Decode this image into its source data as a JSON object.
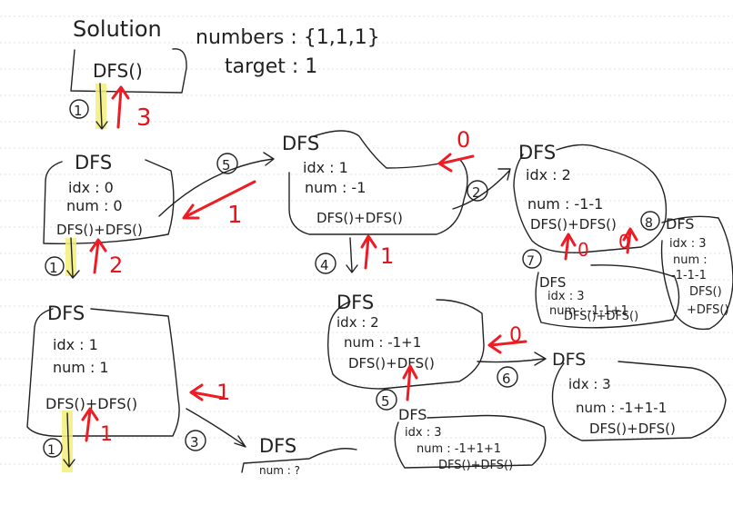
{
  "header": {
    "title": "Solution",
    "root_call": "DFS()",
    "numbers": "numbers : {1,1,1}",
    "target": "target : 1"
  },
  "nodes": {
    "a": {
      "title": "DFS",
      "lines": [
        "idx : 0",
        "num : 0",
        "DFS()+DFS()"
      ]
    },
    "b": {
      "title": "DFS",
      "lines": [
        "idx : 1",
        "num : -1",
        "DFS()+DFS()"
      ]
    },
    "c": {
      "title": "DFS",
      "lines": [
        "idx : 2",
        "num : -1-1",
        "DFS()+DFS()"
      ]
    },
    "d": {
      "title": "DFS",
      "lines": [
        "idx : 3",
        "num :",
        "-1-1-1",
        "DFS()",
        "+DFS()"
      ]
    },
    "e": {
      "title": "DFS",
      "lines": [
        "idx : 3",
        "num : -1-1+1",
        "DFS()+DFS()"
      ]
    },
    "f": {
      "title": "DFS",
      "lines": [
        "idx : 1",
        "num : 1",
        "DFS()+DFS()"
      ]
    },
    "g": {
      "title": "DFS",
      "lines": [
        "idx : 2",
        "num : -1+1",
        "DFS()+DFS()"
      ]
    },
    "h": {
      "title": "DFS",
      "lines": [
        "idx : 3",
        "num : -1+1-1",
        "DFS()+DFS()"
      ]
    },
    "i": {
      "title": "DFS",
      "lines": [
        "idx : 3",
        "num : -1+1+1",
        "DFS()+DFS()"
      ]
    },
    "j": {
      "title": "DFS",
      "lines": [
        "num : ?"
      ]
    }
  },
  "step_numbers": [
    "1",
    "1",
    "1",
    "2",
    "3",
    "4",
    "5",
    "5",
    "6",
    "7",
    "8"
  ],
  "return_values": [
    "3",
    "2",
    "1",
    "1",
    "1",
    "0",
    "1",
    "0",
    "0",
    "0"
  ],
  "colors": {
    "ink": "#222222",
    "return": "#ee1c24",
    "highlight": "#f3f07a",
    "rule": "#dfe3ea"
  }
}
